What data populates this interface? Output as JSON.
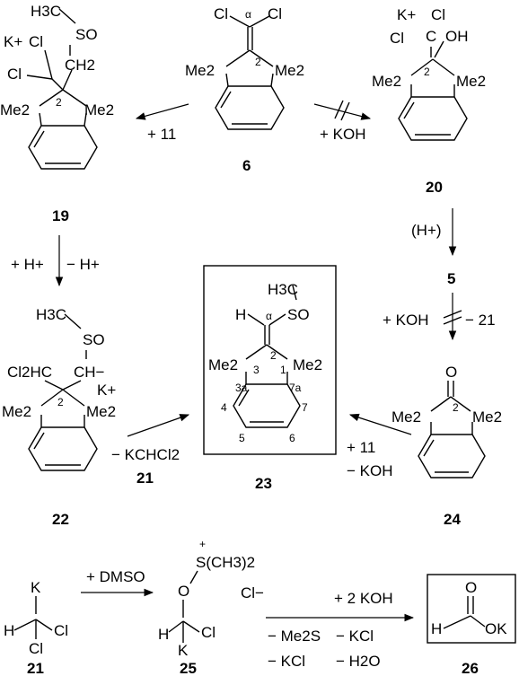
{
  "compounds": {
    "c6": {
      "number": "6",
      "Cl_a": "Cl",
      "Cl_b": "Cl",
      "alpha": "α",
      "c2": "2",
      "Me2_left": "Me2",
      "Me2_right": "Me2"
    },
    "c19": {
      "number": "19",
      "CH3": "H3C",
      "SO": "SO",
      "K": "K+",
      "Cl_a": "Cl",
      "Cl_b": "Cl",
      "CH2": "CH2",
      "c2": "2",
      "Me2_left": "Me2",
      "Me2_right": "Me2"
    },
    "c20": {
      "number": "20",
      "K": "K+",
      "Cl_a": "Cl",
      "Cl_b": "Cl",
      "C": "C",
      "OH": "OH",
      "c2": "2",
      "Me2_left": "Me2",
      "Me2_right": "Me2"
    },
    "c5": {
      "number": "5"
    },
    "c22": {
      "number": "22",
      "CH3": "H3C",
      "SO": "SO",
      "Cl2HC": "Cl2HC",
      "CH": "CH−",
      "K": "K+",
      "c2": "2",
      "Me2_left": "Me2",
      "Me2_right": "Me2"
    },
    "c23": {
      "number": "23",
      "CH3": "H3C",
      "SO": "SO",
      "H": "H",
      "alpha": "α",
      "c2": "2",
      "c1": "1",
      "c3": "3",
      "c3a": "3a",
      "c7a": "7a",
      "c4": "4",
      "c5": "5",
      "c6": "6",
      "c7": "7",
      "Me2_left": "Me2",
      "Me2_right": "Me2"
    },
    "c24": {
      "number": "24",
      "O": "O",
      "c2": "2",
      "Me2_left": "Me2",
      "Me2_right": "Me2"
    },
    "c21": {
      "number": "21",
      "K": "K",
      "H": "H",
      "Cl_a": "Cl",
      "Cl_b": "Cl"
    },
    "c25": {
      "number": "25",
      "O": "O",
      "S": "S(CH3)2",
      "plus": "+",
      "H": "H",
      "Cl": "Cl",
      "K": "K",
      "Cl_anion": "Cl−"
    },
    "c26": {
      "number": "26",
      "O": "O",
      "H": "H",
      "OK": "OK"
    }
  },
  "reagents": {
    "r_6_19": {
      "reagent": "+ 11"
    },
    "r_6_20": {
      "reagent": "+ KOH"
    },
    "r_19_22": {
      "left": "+ H+",
      "right": "− H+"
    },
    "r_20_5": {
      "label": "(H+)"
    },
    "r_5_24": {
      "left": "+ KOH",
      "right": "− 21"
    },
    "r_22_23": {
      "byproduct": "− KCHCl2",
      "number": "21"
    },
    "r_24_23": {
      "reagent": "+ 11",
      "byproduct": "− KOH"
    },
    "r_21_25": {
      "reagent": "+ DMSO"
    },
    "r_25_26": {
      "reagent": "+ 2 KOH",
      "by1": "− Me2S",
      "by2": "− KCl",
      "by3": "− KCl",
      "by4": "− H2O"
    }
  }
}
